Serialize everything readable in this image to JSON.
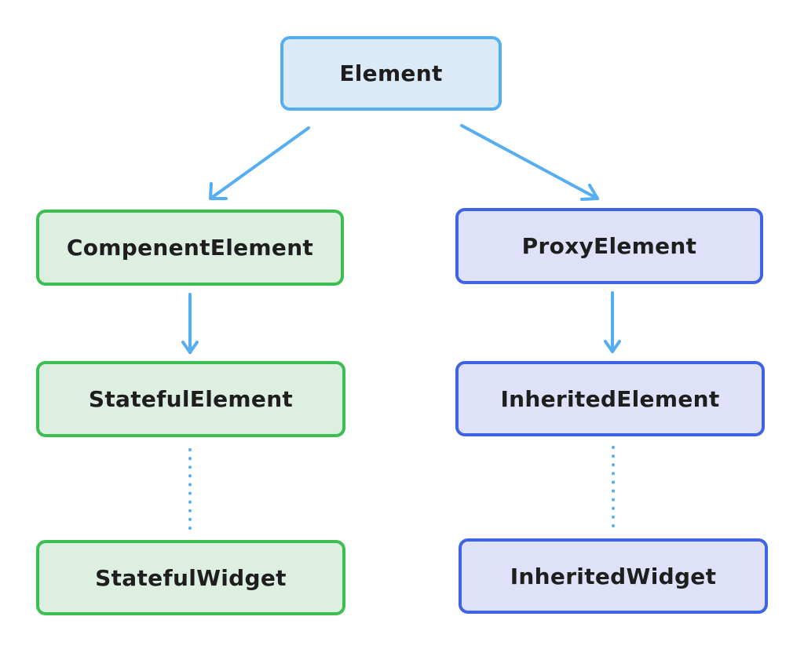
{
  "diagram": {
    "root": {
      "label": "Element"
    },
    "left_branch": {
      "level1": {
        "label": "CompenentElement"
      },
      "level2": {
        "label": "StatefulElement"
      },
      "level3": {
        "label": "StatefulWidget"
      }
    },
    "right_branch": {
      "level1": {
        "label": "ProxyElement"
      },
      "level2": {
        "label": "InheritedElement"
      },
      "level3": {
        "label": "InheritedWidget"
      }
    },
    "colors": {
      "arrow": "#54aef1",
      "root_fill": "#dbeaf8",
      "root_border": "#54aef1",
      "left_fill": "#dcefe0",
      "left_border": "#3cbf52",
      "right_fill": "#dee1f7",
      "right_border": "#3e63e3"
    }
  }
}
